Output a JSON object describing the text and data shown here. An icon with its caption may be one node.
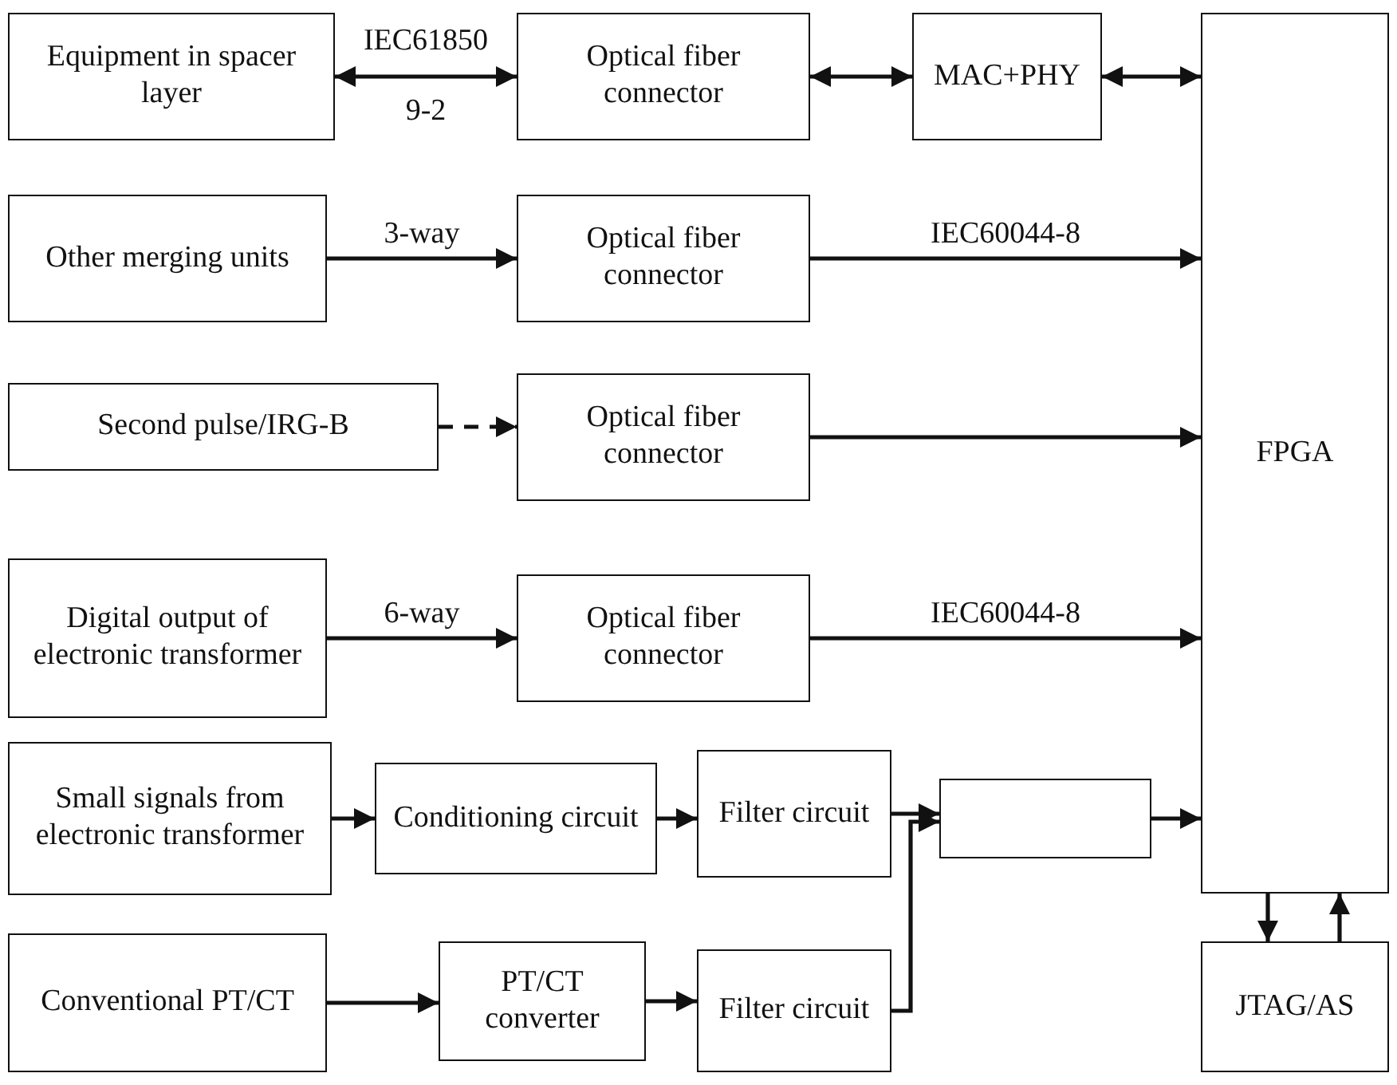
{
  "diagram": {
    "nodes": [
      {
        "text": [
          "Equipment in spacer layer"
        ]
      },
      {
        "text": [
          "Optical fiber connector"
        ]
      },
      {
        "text": [
          "MAC+PHY"
        ]
      },
      {
        "text": [
          "FPGA"
        ]
      },
      {
        "text": [
          "Other merging units"
        ]
      },
      {
        "text": [
          "Optical fiber connector"
        ]
      },
      {
        "text": [
          "Second pulse/IRG-B"
        ]
      },
      {
        "text": [
          "Optical fiber connector"
        ]
      },
      {
        "text": [
          "Digital output of electronic transformer"
        ]
      },
      {
        "text": [
          "Optical fiber connector"
        ]
      },
      {
        "text": [
          "Small signals from electronic transformer"
        ]
      },
      {
        "text": [
          "Conditioning circuit"
        ]
      },
      {
        "text": [
          "Filter circuit"
        ]
      },
      {
        "text": [],
        "shape": "box"
      },
      {
        "text": [
          "Conventional PT/CT"
        ]
      },
      {
        "text": [
          "PT/CT converter"
        ]
      },
      {
        "text": [
          "Filter circuit"
        ]
      },
      {
        "text": [
          "JTAG/AS"
        ]
      }
    ],
    "edges": [
      {
        "from": 0,
        "to": 1,
        "arrow": "both",
        "label": "IEC61850 9-2"
      },
      {
        "from": 1,
        "to": 2,
        "arrow": "both"
      },
      {
        "from": 2,
        "to": 3,
        "arrow": "both"
      },
      {
        "from": 4,
        "to": 5,
        "arrow": "to",
        "label": "3-way"
      },
      {
        "from": 5,
        "to": 3,
        "arrow": "to",
        "label": "IEC60044-8"
      },
      {
        "from": 6,
        "to": 7,
        "arrow": "to",
        "style": "dashed"
      },
      {
        "from": 7,
        "to": 3,
        "arrow": "to"
      },
      {
        "from": 8,
        "to": 9,
        "arrow": "to",
        "label": "6-way"
      },
      {
        "from": 9,
        "to": 3,
        "arrow": "to",
        "label": "IEC60044-8"
      },
      {
        "from": 10,
        "to": 11,
        "arrow": "to"
      },
      {
        "from": 11,
        "to": 12,
        "arrow": "to"
      },
      {
        "from": 12,
        "to": 13,
        "arrow": "to"
      },
      {
        "from": 16,
        "to": 13,
        "arrow": "to"
      },
      {
        "from": 13,
        "to": 3,
        "arrow": "to"
      },
      {
        "from": 3,
        "to": 17,
        "arrow": "to"
      },
      {
        "from": 17,
        "to": 3,
        "arrow": "to"
      },
      {
        "from": 14,
        "to": 15,
        "arrow": "to"
      },
      {
        "from": 15,
        "to": 16,
        "arrow": "to"
      }
    ]
  }
}
